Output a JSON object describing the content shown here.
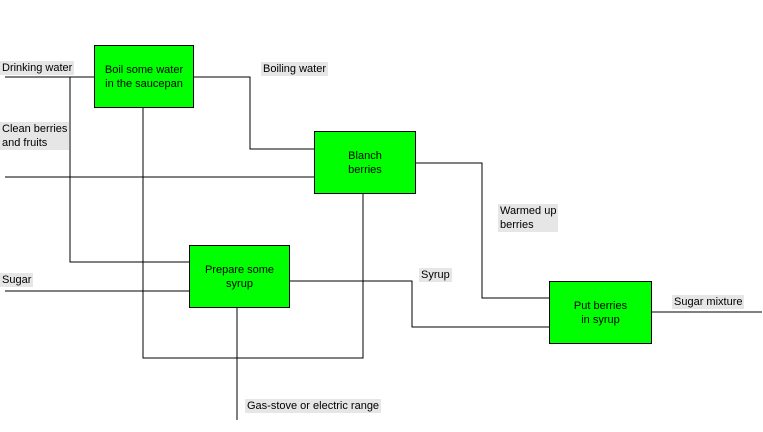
{
  "colors": {
    "box_fill": "#00ff00",
    "label_bg": "#e6e6e6",
    "line": "#000000"
  },
  "processes": {
    "boil": "Boil some water\nin the saucepan",
    "blanch": "Blanch\nberries",
    "syrup": "Prepare some syrup",
    "put": "Put berries\nin syrup"
  },
  "labels": {
    "drinking_water": "Drinking water",
    "boiling_water": "Boiling water",
    "clean_berries": "Clean berries\nand fruits",
    "warmed_berries": "Warmed up\nberries",
    "sugar": "Sugar",
    "syrup": "Syrup",
    "sugar_mixture": "Sugar mixture",
    "gas_stove": "Gas-stove or electric range"
  }
}
